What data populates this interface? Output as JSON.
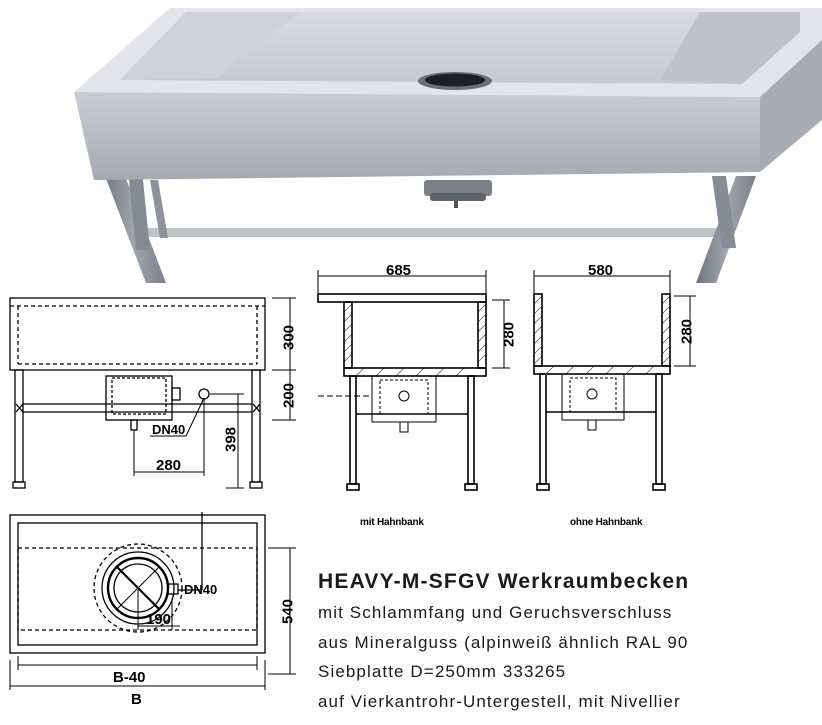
{
  "figures": {
    "hero_image": "sink-basin-photo",
    "side_view": {
      "dim_height_300": "300",
      "dim_height_200": "200",
      "dim_height_398": "398",
      "dim_drain_label": "DN40",
      "dim_drain_offset": "280"
    },
    "with_tap_bench": {
      "dim_width": "685",
      "dim_height": "280",
      "caption": "mit Hahnbank"
    },
    "without_tap_bench": {
      "dim_width": "580",
      "dim_height": "280",
      "caption": "ohne Hahnbank"
    },
    "top_view": {
      "dim_drain_label": "DN40",
      "dim_drain_offset": "190",
      "dim_depth": "540",
      "dim_inner_width": "B-40",
      "dim_width": "B"
    }
  },
  "product": {
    "title": "HEAVY-M-SFGV Werkraumbecken",
    "lines": [
      "mit Schlammfang und Geruchsverschluss",
      "aus Mineralguss (alpinweiß ähnlich RAL 90",
      "Siebplatte D=250mm 333265",
      "auf Vierkantrohr-Untergestell, mit Nivellier"
    ]
  }
}
